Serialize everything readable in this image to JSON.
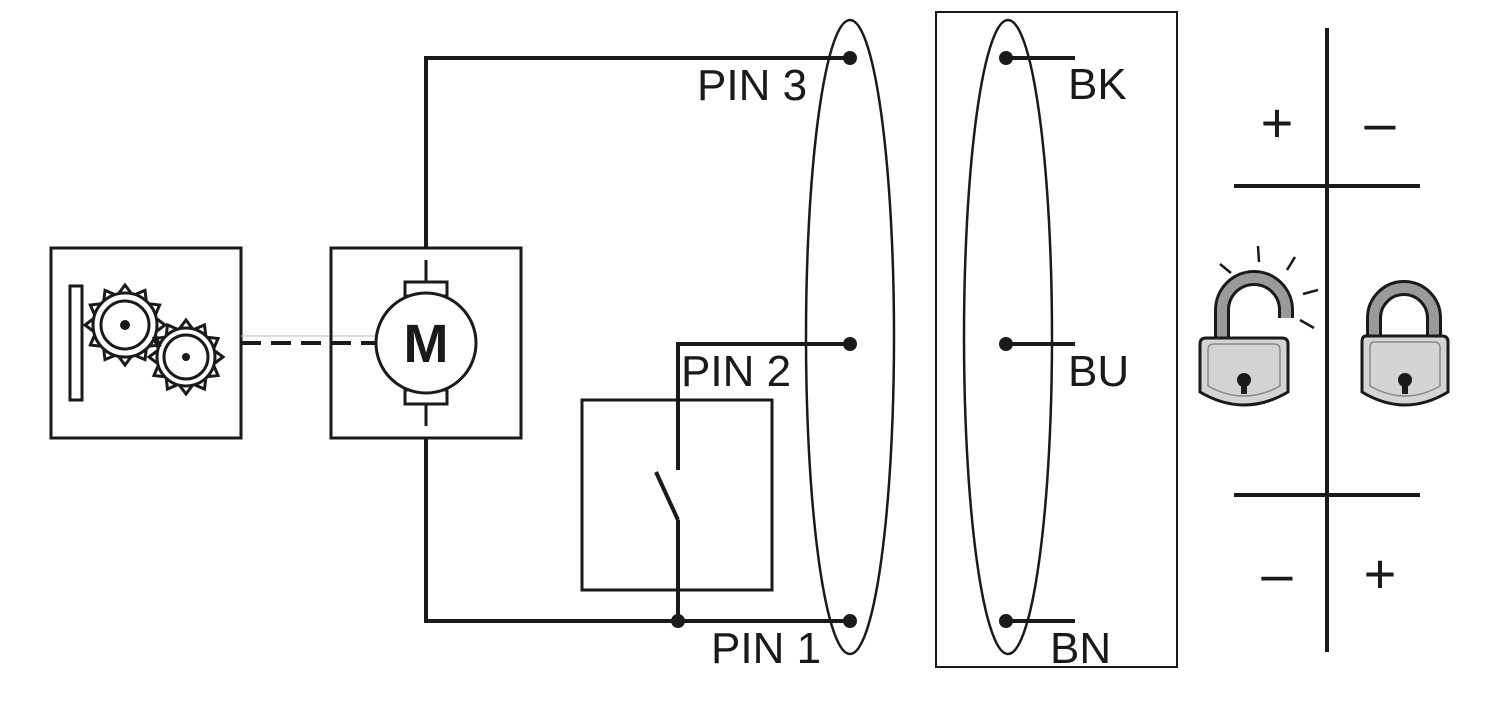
{
  "motor": {
    "symbol": "M"
  },
  "connector": {
    "pins": [
      {
        "id": "pin3",
        "label": "PIN 3"
      },
      {
        "id": "pin2",
        "label": "PIN 2"
      },
      {
        "id": "pin1",
        "label": "PIN 1"
      }
    ]
  },
  "cable": {
    "wires": [
      {
        "id": "bk",
        "label": "BK"
      },
      {
        "id": "bu",
        "label": "BU"
      },
      {
        "id": "bn",
        "label": "BN"
      }
    ]
  },
  "polarity_table": {
    "top_row": {
      "left": "+",
      "right": "–",
      "state": "unlocked"
    },
    "bottom_row": {
      "left": "–",
      "right": "+",
      "state": "locked"
    }
  },
  "colors": {
    "line": "#1a1a1a",
    "lock_body": "#d4d4d4",
    "lock_shackle": "#9a9a9a"
  }
}
